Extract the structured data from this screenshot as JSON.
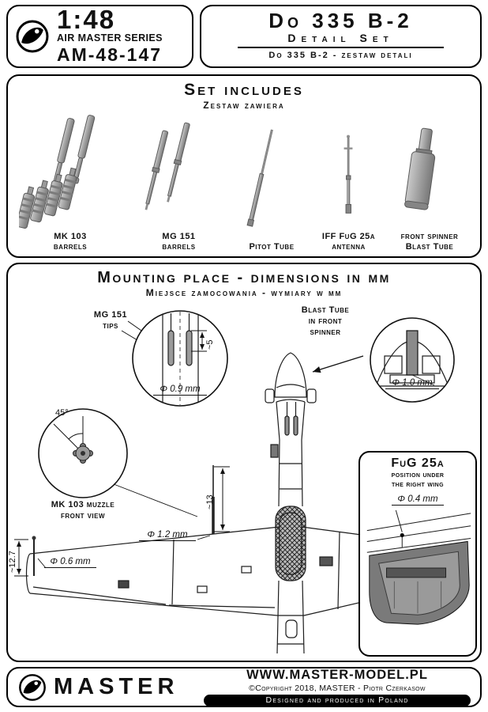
{
  "header": {
    "scale": "1:48",
    "series": "AIR MASTER SERIES",
    "code": "AM-48-147",
    "title": "Do 335 B-2",
    "subtitle": "Detail Set",
    "subtitle_pl": "Do 335 B-2 - zestaw detali"
  },
  "set_includes": {
    "title": "Set includes",
    "subtitle": "Zestaw zawiera",
    "parts": [
      {
        "line1": "MK 103",
        "line2": "barrels"
      },
      {
        "line1": "MG 151",
        "line2": "barrels"
      },
      {
        "line1": "Pitot Tube",
        "line2": ""
      },
      {
        "line1": "IFF FuG 25a",
        "line2": "antenna"
      },
      {
        "line1": "front spinner",
        "line2": "Blast Tube"
      }
    ]
  },
  "mounting": {
    "title": "Mounting place - dimensions in mm",
    "subtitle": "Miejsce zamocowania - wymiary w mm",
    "mg151_label_1": "MG 151",
    "mg151_label_2": "tips",
    "dim_5": "~5",
    "dim_09": "Φ 0.9 mm",
    "blast_label_1": "Blast Tube",
    "blast_label_2": "in front",
    "blast_label_3": "spinner",
    "dim_10": "Φ 1.0 mm",
    "angle_45": "45°",
    "mk103_label_1": "MK 103 muzzle",
    "mk103_label_2": "front view",
    "dim_13": "~13",
    "dim_12": "Φ 1.2 mm",
    "dim_127": "~12.7",
    "dim_06": "Φ 0.6 mm",
    "fug": {
      "title": "FuG 25a",
      "line1": "position under",
      "line2": "the right wing",
      "dim_04": "Φ 0.4 mm"
    }
  },
  "footer": {
    "brand": "MASTER",
    "website": "WWW.MASTER-MODEL.PL",
    "copyright": "©Copyright 2018, MASTER - Piotr Czerkasow",
    "origin": "Designed and produced in Poland"
  }
}
